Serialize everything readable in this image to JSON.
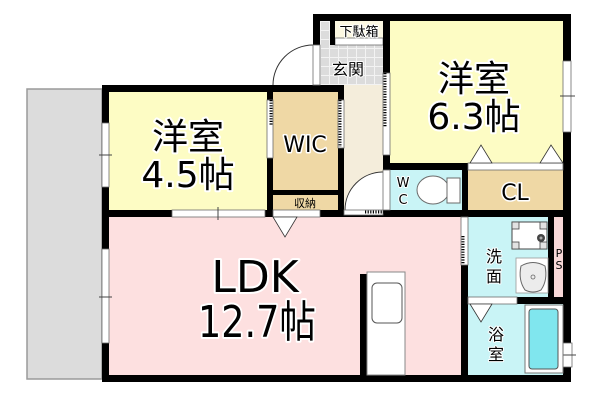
{
  "floorplan": {
    "colors": {
      "wall": "#000000",
      "western_room": "#fdfcc4",
      "storage": "#efd8a5",
      "ldk": "#fde0e0",
      "wet_area": "#c9f4f6",
      "hallway": "#f4eddb",
      "entrance_tile": "#dcdcdc",
      "balcony": "#dcdcdc",
      "pipe_space": "#f8d8d8",
      "bathtub": "#80e6ee",
      "shoe_box": "#fcf8e2"
    },
    "rooms": {
      "western_room_a": {
        "name": "洋室",
        "size": "4.5帖"
      },
      "walk_in_closet": {
        "name": "WIC"
      },
      "storage": {
        "name": "収納"
      },
      "entrance": {
        "name": "玄関"
      },
      "shoe_box": {
        "name": "下駄箱"
      },
      "western_room_b": {
        "name": "洋室",
        "size": "6.3帖"
      },
      "toilet": {
        "label": [
          "W",
          "C"
        ]
      },
      "closet": {
        "name": "CL"
      },
      "ldk": {
        "name": "LDK",
        "size": "12.7帖"
      },
      "washroom": {
        "label": [
          "洗",
          "面"
        ]
      },
      "pipe_space": {
        "label": [
          "P",
          "S"
        ]
      },
      "bathroom": {
        "label": [
          "浴",
          "室"
        ]
      }
    }
  }
}
